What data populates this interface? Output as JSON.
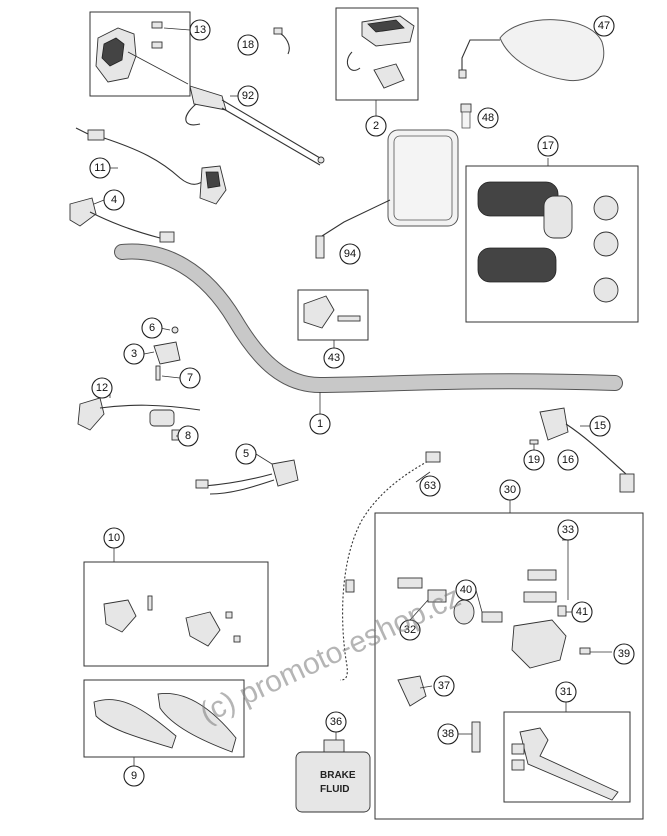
{
  "callouts": {
    "c13": "13",
    "c18": "18",
    "c92": "92",
    "c2": "2",
    "c47": "47",
    "c48": "48",
    "c11": "11",
    "c4": "4",
    "c17": "17",
    "c94": "94",
    "c43": "43",
    "c6": "6",
    "c3": "3",
    "c7": "7",
    "c12": "12",
    "c8": "8",
    "c1": "1",
    "c15": "15",
    "c19": "19",
    "c16": "16",
    "c5": "5",
    "c63": "63",
    "c30": "30",
    "c10": "10",
    "c33": "33",
    "c40": "40",
    "c41": "41",
    "c32": "32",
    "c39": "39",
    "c37": "37",
    "c31": "31",
    "c36": "36",
    "c38": "38",
    "c9": "9"
  },
  "brake_fluid": {
    "line1": "BRAKE",
    "line2": "FLUID"
  },
  "watermark": "(c) promoto-eshop.cz"
}
